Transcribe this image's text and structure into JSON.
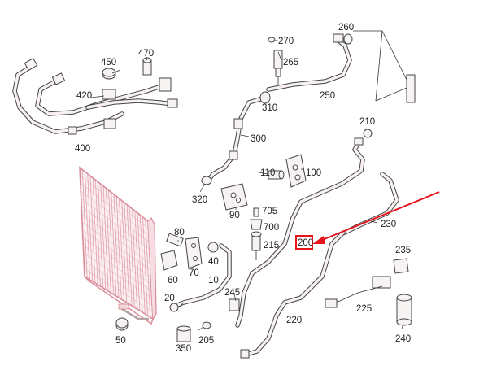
{
  "callouts": [
    {
      "id": "p270",
      "text": "270"
    },
    {
      "id": "p265",
      "text": "265"
    },
    {
      "id": "p260",
      "text": "260"
    },
    {
      "id": "p250",
      "text": "250"
    },
    {
      "id": "p310",
      "text": "310"
    },
    {
      "id": "p300",
      "text": "300"
    },
    {
      "id": "p470",
      "text": "470"
    },
    {
      "id": "p450",
      "text": "450"
    },
    {
      "id": "p420",
      "text": "420"
    },
    {
      "id": "p400",
      "text": "400"
    },
    {
      "id": "p210",
      "text": "210"
    },
    {
      "id": "p110",
      "text": "110"
    },
    {
      "id": "p100",
      "text": "100"
    },
    {
      "id": "p320",
      "text": "320"
    },
    {
      "id": "p90",
      "text": "90"
    },
    {
      "id": "p705",
      "text": "705"
    },
    {
      "id": "p700",
      "text": "700"
    },
    {
      "id": "p215",
      "text": "215"
    },
    {
      "id": "p230",
      "text": "230"
    },
    {
      "id": "p200",
      "text": "200"
    },
    {
      "id": "p80",
      "text": "80"
    },
    {
      "id": "p40",
      "text": "40"
    },
    {
      "id": "p60",
      "text": "60"
    },
    {
      "id": "p70",
      "text": "70"
    },
    {
      "id": "p10",
      "text": "10"
    },
    {
      "id": "p20",
      "text": "20"
    },
    {
      "id": "p245",
      "text": "245"
    },
    {
      "id": "p235",
      "text": "235"
    },
    {
      "id": "p225",
      "text": "225"
    },
    {
      "id": "p220",
      "text": "220"
    },
    {
      "id": "p50",
      "text": "50"
    },
    {
      "id": "p350",
      "text": "350"
    },
    {
      "id": "p205",
      "text": "205"
    },
    {
      "id": "p240",
      "text": "240"
    }
  ],
  "highlight": {
    "part": "200",
    "color": "#e8141c"
  },
  "colors": {
    "line": "#333333",
    "part_fill": "#f7f3f3",
    "condenser": "#d98a97"
  }
}
